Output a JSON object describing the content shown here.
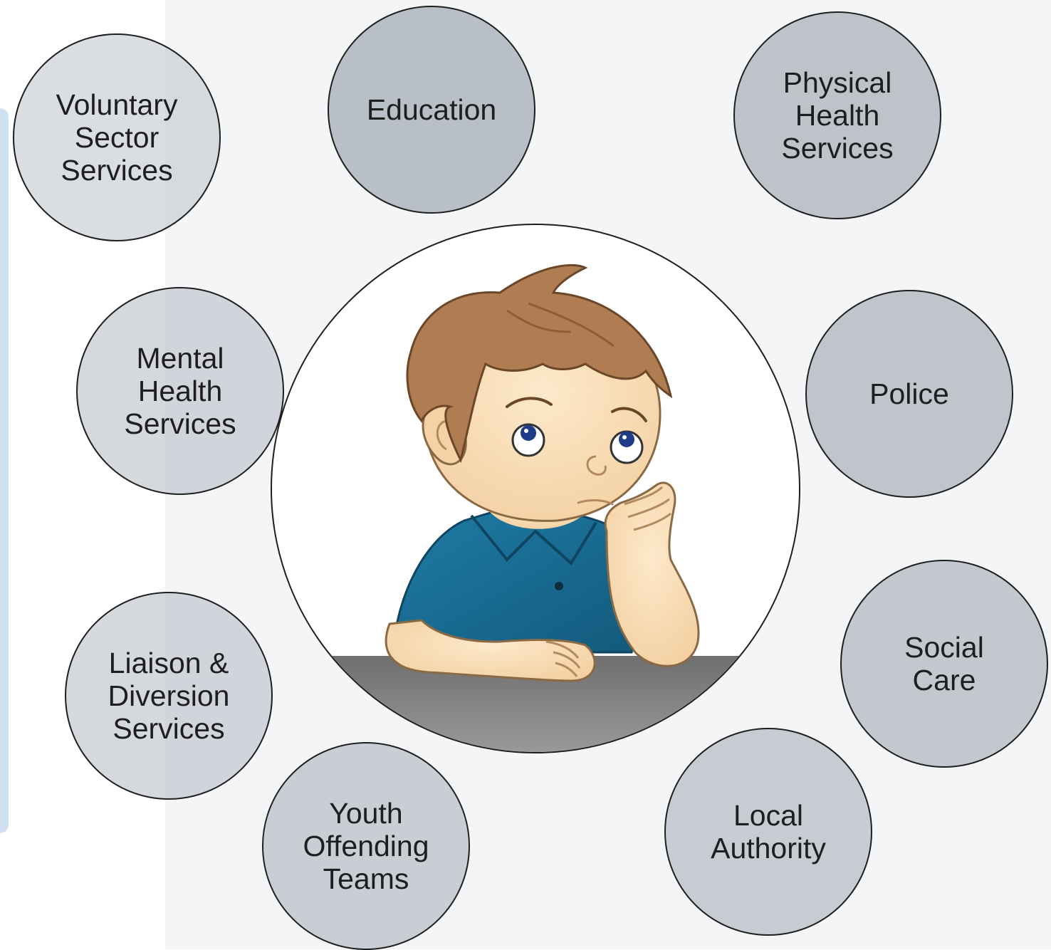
{
  "services": [
    {
      "id": "voluntary",
      "label": "Voluntary\nSector\nServices"
    },
    {
      "id": "education",
      "label": "Education"
    },
    {
      "id": "physical",
      "label": "Physical\nHealth\nServices"
    },
    {
      "id": "mental",
      "label": "Mental\nHealth\nServices"
    },
    {
      "id": "police",
      "label": "Police"
    },
    {
      "id": "liaison",
      "label": "Liaison &\nDiversion\nServices"
    },
    {
      "id": "social",
      "label": "Social\nCare"
    },
    {
      "id": "youth",
      "label": "Youth\nOffending\nTeams"
    },
    {
      "id": "local",
      "label": "Local\nAuthority"
    }
  ],
  "colors": {
    "bubble_fill": "#b9bfc6",
    "outline": "#1e1e1e",
    "shirt": "#1a6e96",
    "hair": "#b07d52",
    "skin": "#fbe2bf",
    "table": "#8e8e8e"
  }
}
